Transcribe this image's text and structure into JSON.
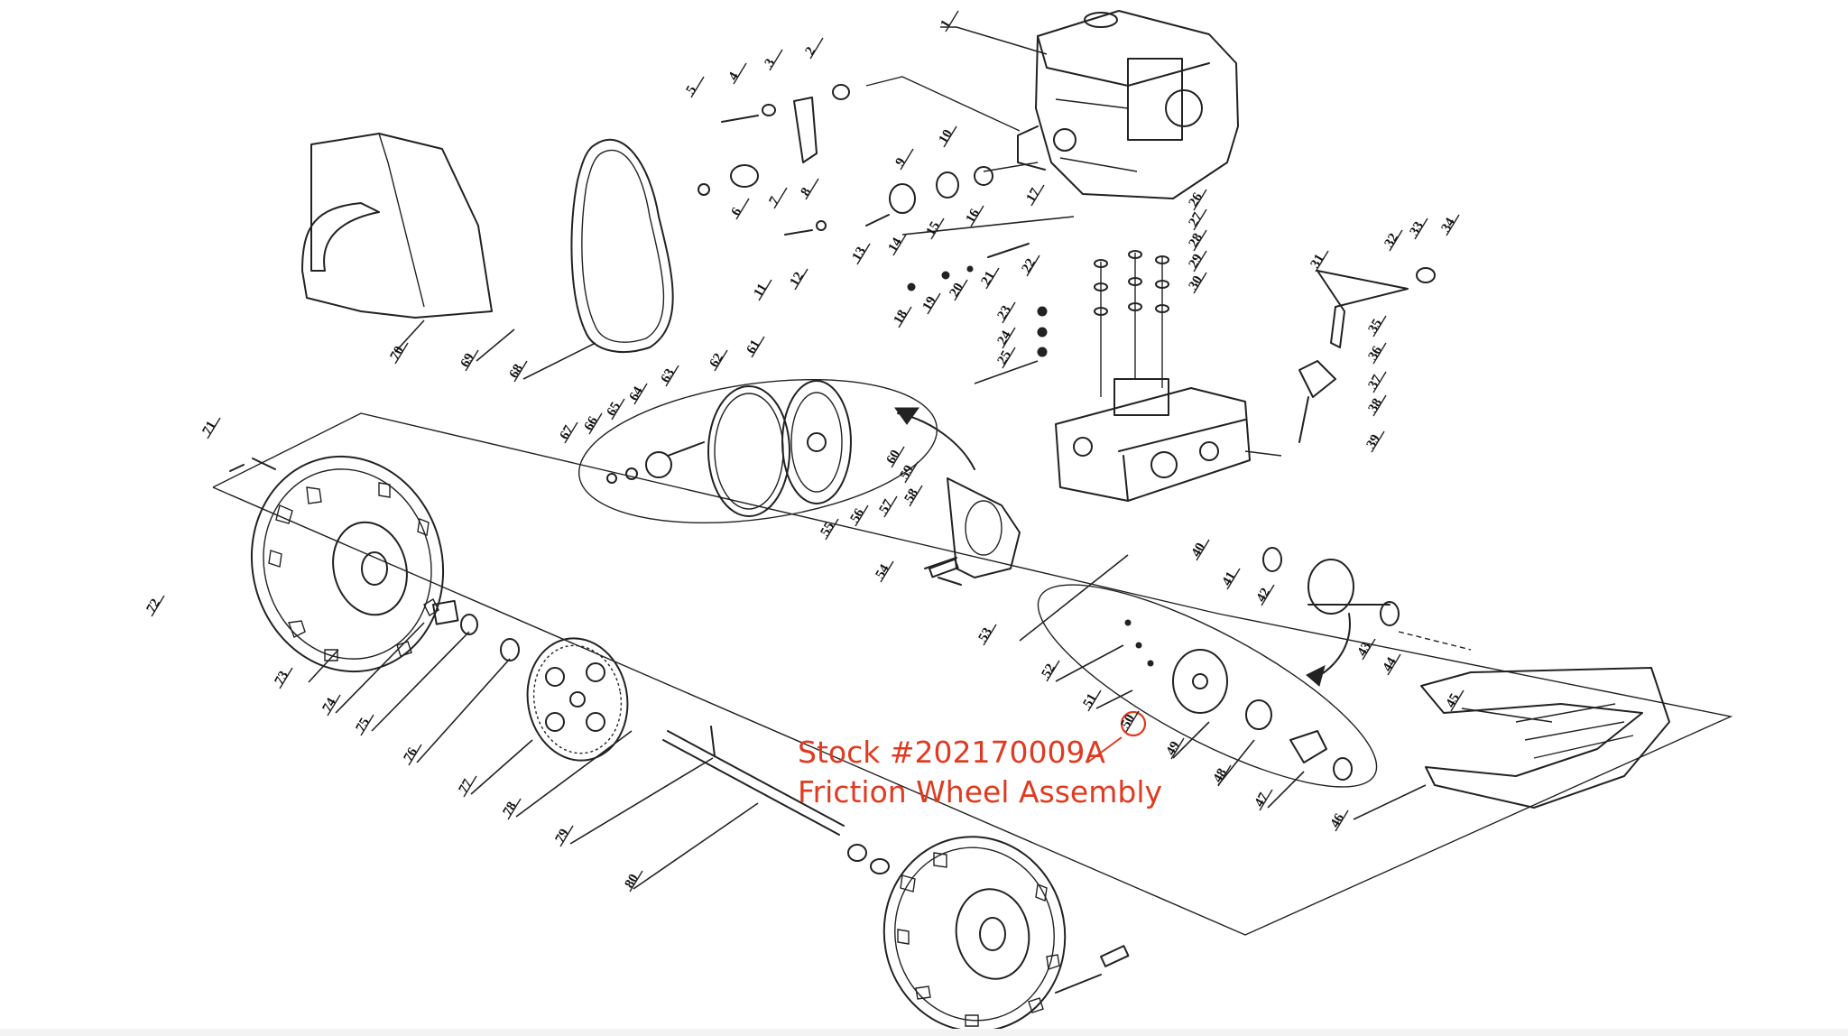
{
  "callout": {
    "line1": "Stock #202170009A",
    "line2": "Friction Wheel Assembly",
    "highlight_part": "50",
    "color": "#e03a20"
  },
  "parts": [
    "1",
    "2",
    "3",
    "4",
    "5",
    "6",
    "7",
    "8",
    "9",
    "10",
    "11",
    "12",
    "13",
    "14",
    "15",
    "16",
    "17",
    "18",
    "19",
    "20",
    "21",
    "22",
    "23",
    "24",
    "25",
    "26",
    "27",
    "28",
    "29",
    "30",
    "31",
    "32",
    "33",
    "34",
    "35",
    "36",
    "37",
    "38",
    "39",
    "40",
    "41",
    "42",
    "43",
    "44",
    "45",
    "46",
    "47",
    "48",
    "49",
    "50",
    "51",
    "52",
    "53",
    "54",
    "55",
    "56",
    "57",
    "58",
    "59",
    "60",
    "61",
    "62",
    "63",
    "64",
    "65",
    "66",
    "67",
    "68",
    "69",
    "70",
    "71",
    "72",
    "73",
    "74",
    "75",
    "76",
    "77",
    "78",
    "79",
    "80"
  ]
}
